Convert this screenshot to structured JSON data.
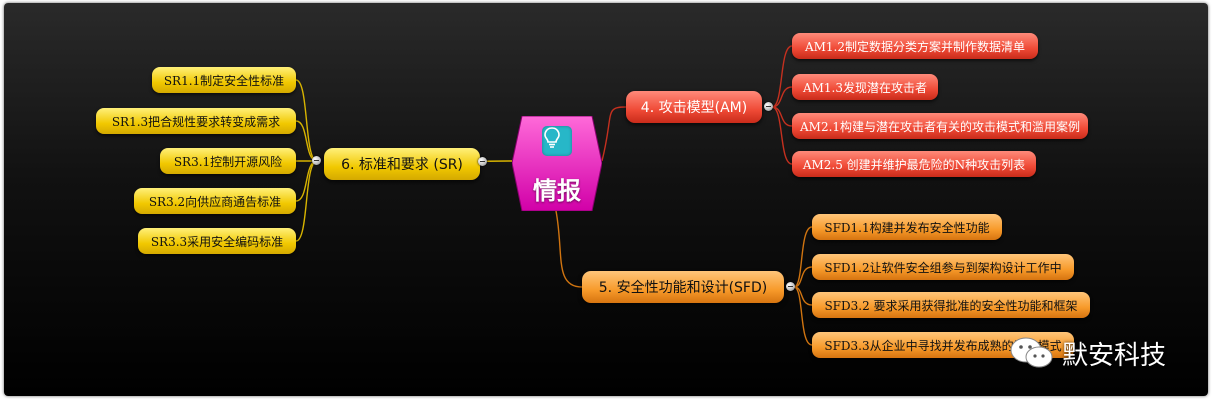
{
  "center": {
    "title": "情报",
    "icon": "lightbulb-icon"
  },
  "branches": {
    "sr": {
      "label": "6. 标准和要求 (SR)",
      "color": "#f1c800",
      "items": [
        "SR1.1制定安全性标准",
        "SR1.3把合规性要求转变成需求",
        "SR3.1控制开源风险",
        "SR3.2向供应商通告标准",
        "SR3.3采用安全编码标准"
      ]
    },
    "am": {
      "label": "4. 攻击模型(AM)",
      "color": "#ef4a36",
      "items": [
        "AM1.2制定数据分类方案并制作数据清单",
        "AM1.3发现潜在攻击者",
        "AM2.1构建与潜在攻击者有关的攻击模式和滥用案例",
        "AM2.5 创建并维护最危险的N种攻击列表"
      ]
    },
    "sfd": {
      "label": "5. 安全性功能和设计(SFD)",
      "color": "#f79a2a",
      "items": [
        "SFD1.1构建并发布安全性功能",
        "SFD1.2让软件安全组参与到架构设计工作中",
        "SFD3.2 要求采用获得批准的安全性功能和框架",
        "SFD3.3从企业中寻找并发布成熟的设计模式"
      ]
    }
  },
  "watermark": {
    "text": "默安科技",
    "icon": "wechat-icon"
  }
}
